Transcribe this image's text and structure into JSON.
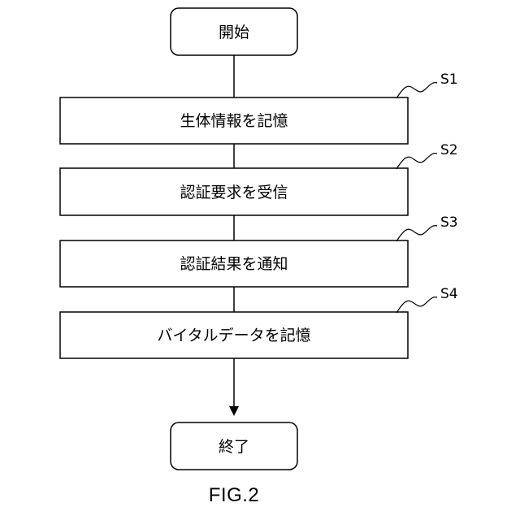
{
  "flowchart": {
    "start": "開始",
    "steps": [
      {
        "label": "生体情報を記憶",
        "step_id": "S1"
      },
      {
        "label": "認証要求を受信",
        "step_id": "S2"
      },
      {
        "label": "認証結果を通知",
        "step_id": "S3"
      },
      {
        "label": "バイタルデータを記憶",
        "step_id": "S4"
      }
    ],
    "end": "終了"
  },
  "figure": {
    "caption": "FIG.2"
  },
  "colors": {
    "line": "#000000",
    "background": "#ffffff"
  }
}
